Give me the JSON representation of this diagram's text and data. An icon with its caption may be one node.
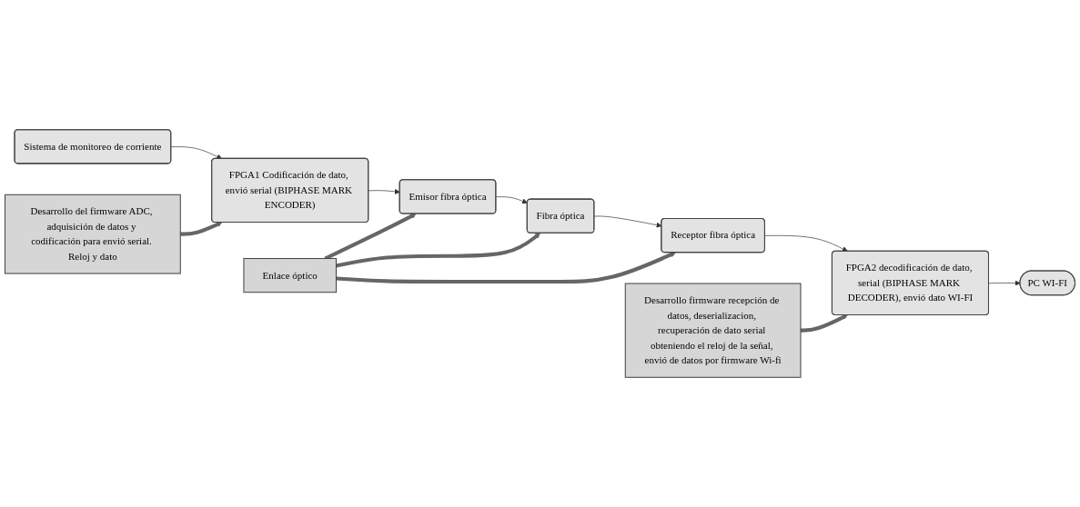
{
  "diagram": {
    "nodes": [
      {
        "text": [
          "Sistema de monitoreo de corriente"
        ]
      },
      {
        "text": [
          "FPGA1 Codificación de dato, envió serial (BIPHASE MARK ENCODER)"
        ]
      },
      {
        "text": [
          "Emisor fibra óptica"
        ]
      },
      {
        "text": [
          "Fibra óptica"
        ]
      },
      {
        "text": [
          "Receptor fibra óptica"
        ]
      },
      {
        "text": [
          "FPGA2 decodificación de dato, serial (BIPHASE MARK DECODER), envió dato WI-FI"
        ]
      },
      {
        "text": [
          "Desarrollo firmware recepción de datos, deserializacion, recuperación de dato serial obteniendo el reloj de la señal, envió de datos por firmware Wi-fi"
        ]
      },
      {
        "text": [
          "Desarrollo del firmware ADC, adquisición de datos y codificación para envió serial. Reloj y dato"
        ]
      },
      {
        "text": [
          "Enlace óptico"
        ]
      },
      {
        "text": [
          "PC WI-FI"
        ]
      }
    ],
    "edges": [
      {
        "from": 0,
        "to": 1,
        "arrow": "to"
      },
      {
        "from": 1,
        "to": 2,
        "arrow": "to"
      },
      {
        "from": 2,
        "to": 3,
        "arrow": "to"
      },
      {
        "from": 3,
        "to": 4,
        "arrow": "to"
      },
      {
        "from": 4,
        "to": 5,
        "arrow": "to"
      },
      {
        "from": 5,
        "to": 9,
        "arrow": "to"
      },
      {
        "from": 6,
        "to": 5,
        "arrow": "to",
        "style": "thick"
      },
      {
        "from": 7,
        "to": 1,
        "arrow": "to",
        "style": "thick"
      },
      {
        "from": 8,
        "to": 2,
        "arrow": "to",
        "style": "thick"
      },
      {
        "from": 8,
        "to": 3,
        "arrow": "to",
        "style": "thick"
      },
      {
        "from": 8,
        "to": 4,
        "arrow": "to",
        "style": "thick"
      }
    ]
  }
}
